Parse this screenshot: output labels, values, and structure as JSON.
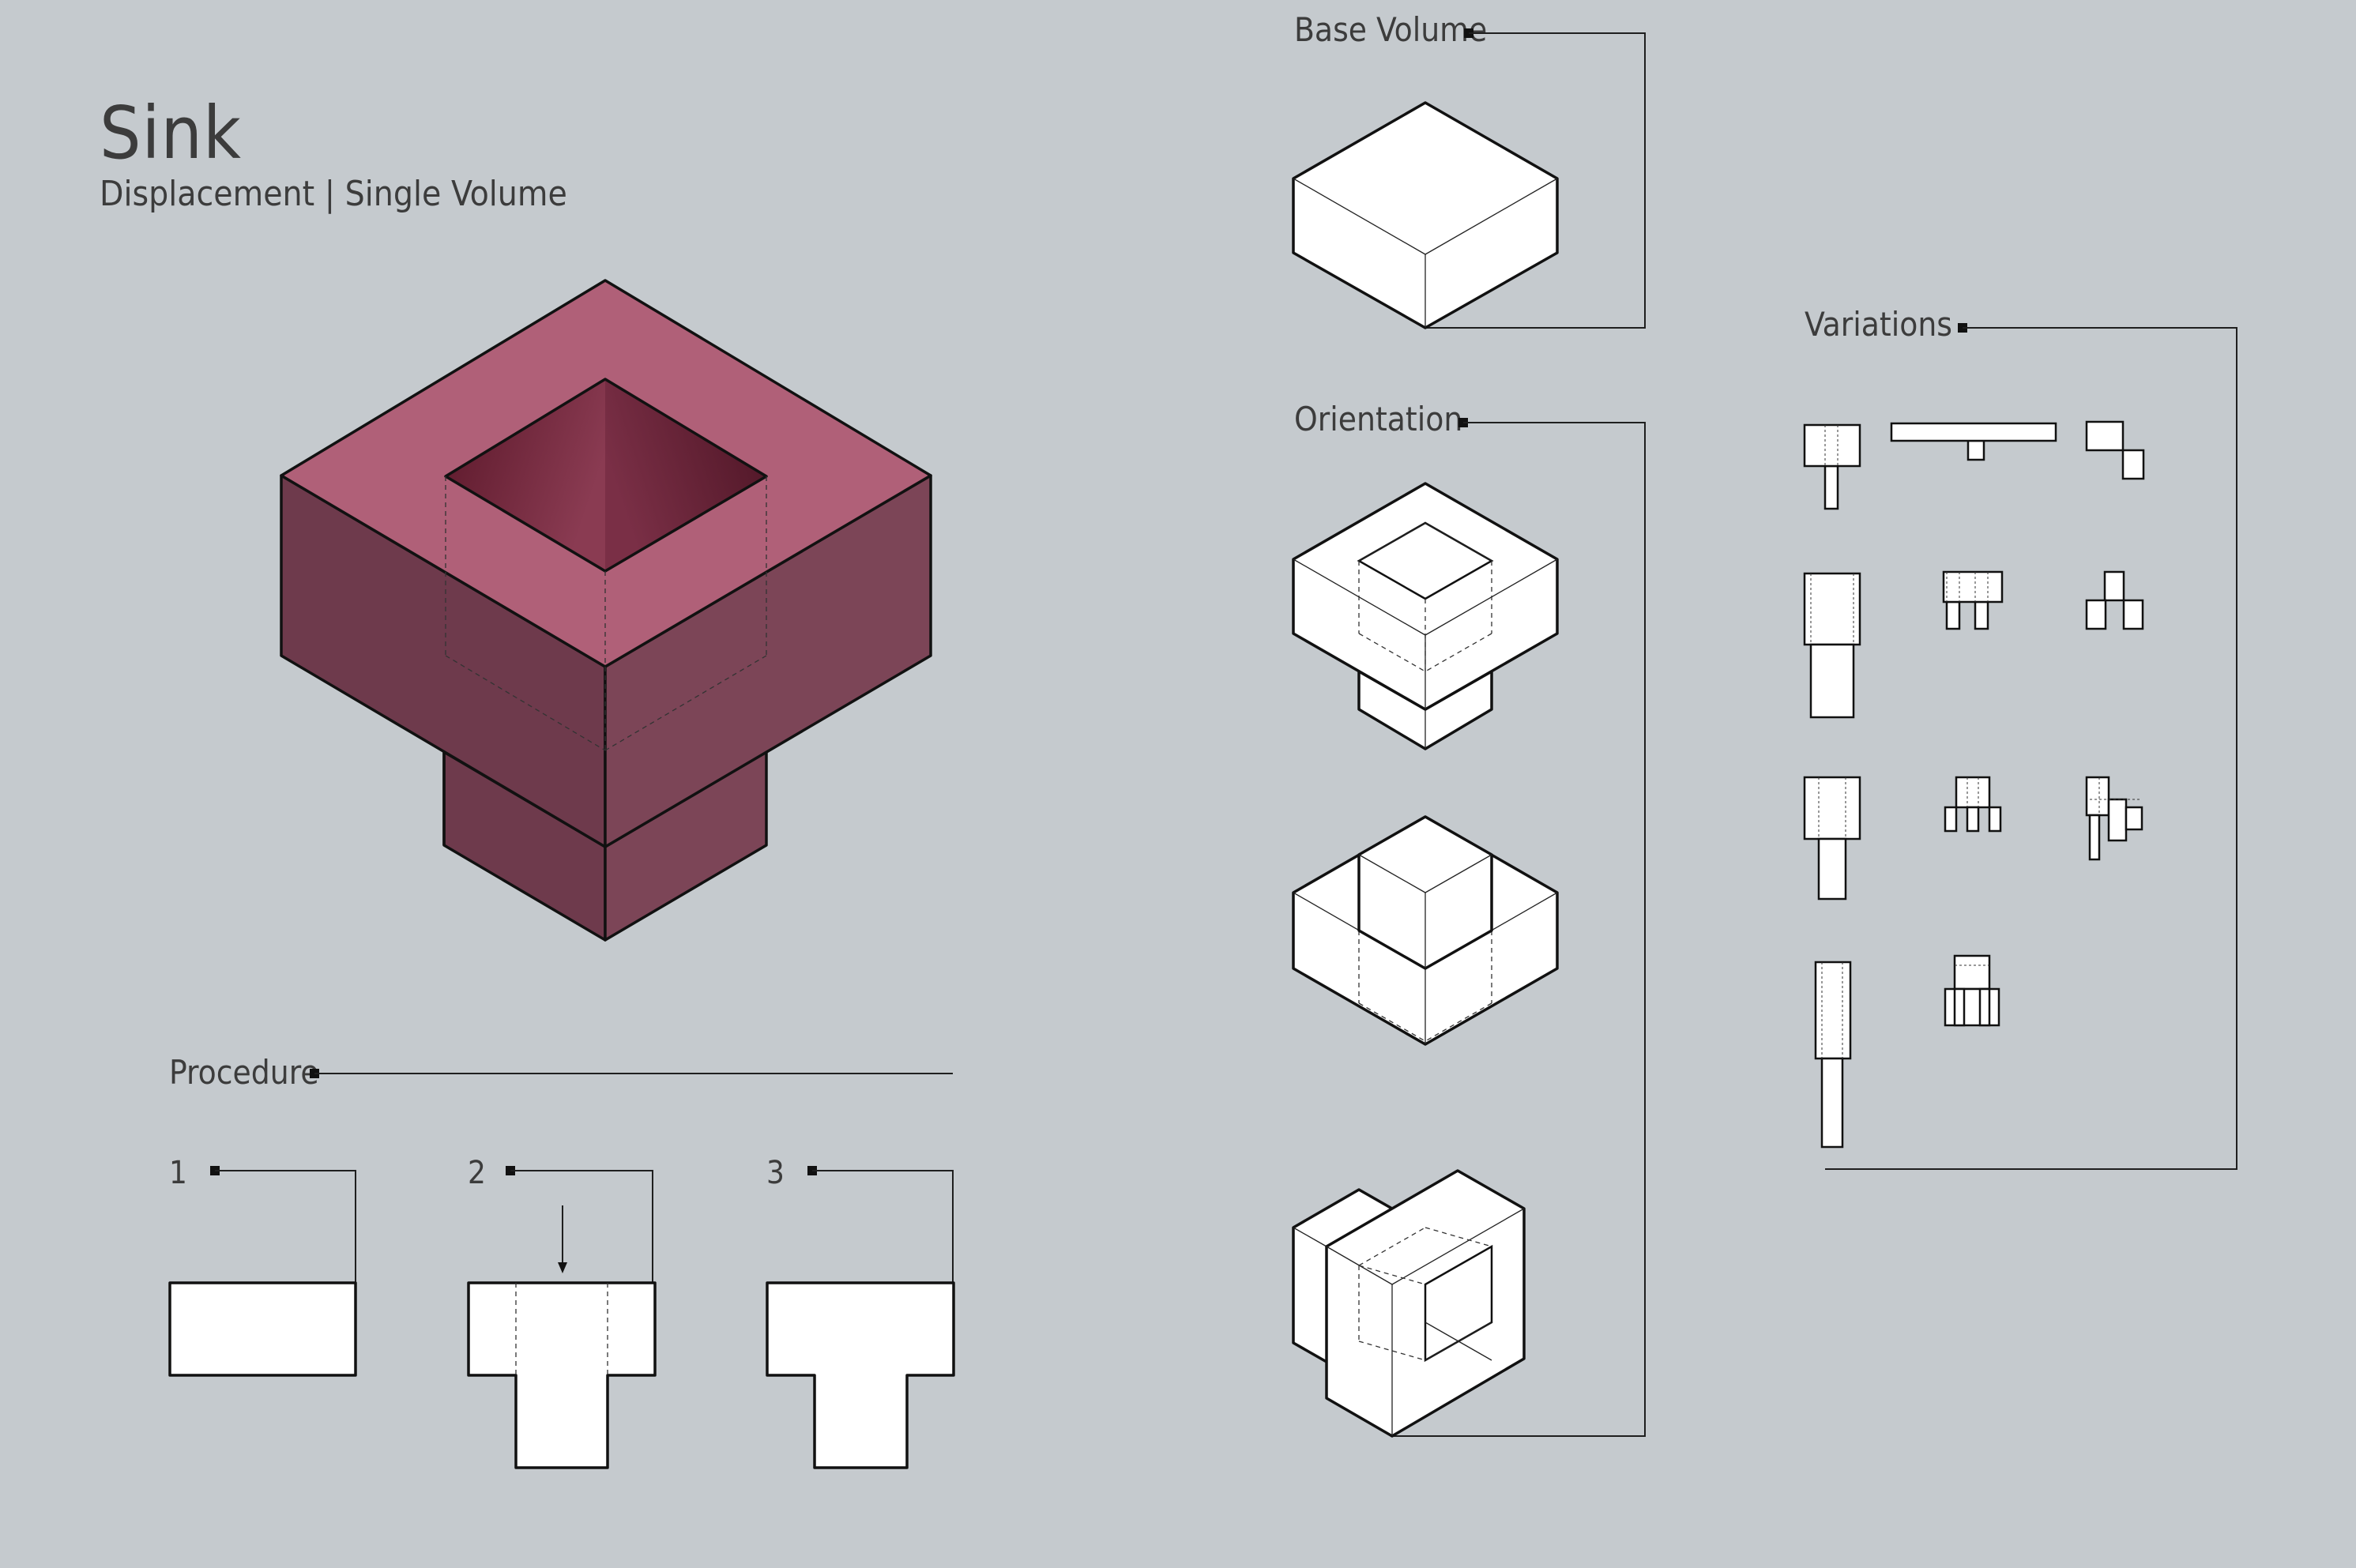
{
  "title": "Sink",
  "subtitle": "Displacement | Single Volume",
  "labels": {
    "base_volume": "Base Volume",
    "orientation": "Orientation",
    "variations": "Variations",
    "procedure": "Procedure"
  },
  "steps": [
    "1",
    "2",
    "3"
  ],
  "colors": {
    "background": "#c5cace",
    "main_top": "#b06078",
    "main_left": "#6e3a4c",
    "main_right": "#7c4557",
    "cavity": "#5e1c2e"
  }
}
